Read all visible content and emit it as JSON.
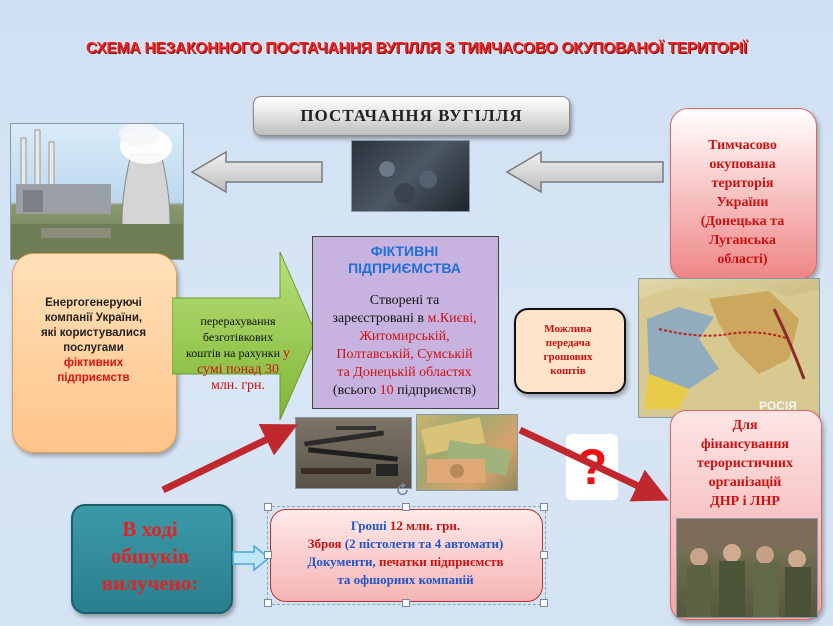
{
  "title": "СХЕМА НЕЗАКОННОГО  ПОСТАЧАННЯ ВУГІЛЛЯ З ТИМЧАСОВО ОКУПОВАНОЇ ТЕРИТОРІЇ",
  "supply_label": "ПОСТАЧАННЯ ВУГІЛЛЯ",
  "occupied": {
    "lines": [
      "Тимчасово",
      "окупована",
      "територія",
      "України",
      "(Донецька та",
      "Луганська",
      "області)"
    ]
  },
  "map_label": "РОСІЯ",
  "energy": {
    "line1": "Енергогенеруючі",
    "line2": "компанії України,",
    "line3": "які користувалися",
    "line4": "послугами",
    "line5": "фіктивних",
    "line6": "підприємств"
  },
  "transfer": {
    "line1": "перерахування",
    "line2": "безготівкових",
    "line3": "коштів на рахунки",
    "line3_red": "у",
    "line4": "сумі понад 30",
    "line5": "млн. грн."
  },
  "fictitious": {
    "title_line1": "ФІКТИВНІ",
    "title_line2": "ПІДПРИЄМСТВА",
    "line1": "Створені та",
    "line2a": "зареєстровані в",
    "line2b": "м.Києві,",
    "line3": "Житомирській,",
    "line4": "Полтавській, Сумській",
    "line5": "та Донецькій областях",
    "line6a": "(всього",
    "line6b": "10",
    "line6c": "підприємств)"
  },
  "money_transfer": {
    "line1": "Можлива",
    "line2": "передача",
    "line3": "грошових",
    "line4": "коштів"
  },
  "question_mark": "?",
  "financing": {
    "lines": [
      "Для",
      "фінансування",
      "терористичних",
      "організацій",
      "ДНР і ЛНР"
    ]
  },
  "found": {
    "line1": "В ході",
    "line2": "обшуків",
    "line3": "вилучено:"
  },
  "seized": {
    "line1a": "Гроші",
    "line1b": "12 млн. грн.",
    "line2a": "Зброя",
    "line2b": "(2 пістолети та 4 автомати)",
    "line3a": "Документи,",
    "line3b": "печатки підприємств",
    "line4": "та офшорних компаній"
  },
  "colors": {
    "title": "#ee2222",
    "red_text": "#cc1111",
    "blue_text": "#1f6fd6",
    "green_arrow": "#8fc73e",
    "dark_red_arrow": "#c0282e",
    "fict_box": "#c8b3e0"
  }
}
